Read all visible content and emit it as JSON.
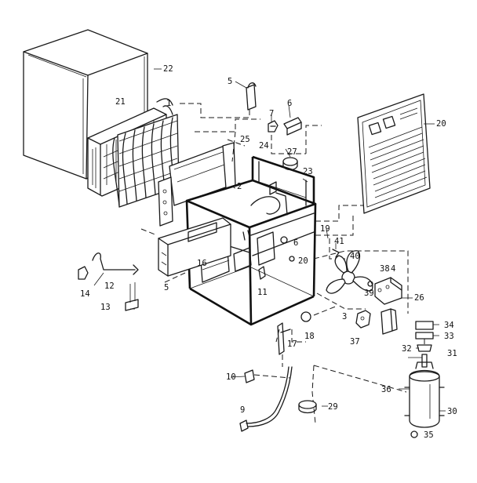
{
  "diagram": {
    "callouts": {
      "c1": "1",
      "c2": "2",
      "c3": "3",
      "c4": "4",
      "c5a": "5",
      "c5b": "5",
      "c6a": "6",
      "c6b": "6",
      "c7": "7",
      "c9": "9",
      "c10": "10",
      "c11": "11",
      "c12": "12",
      "c13": "13",
      "c14": "14",
      "c16": "16",
      "c17": "17",
      "c18": "18",
      "c19": "19",
      "c20a": "20",
      "c20b": "20",
      "c21": "21",
      "c22": "22",
      "c23": "23",
      "c24": "24",
      "c25": "25",
      "c26": "26",
      "c27": "27",
      "c29": "29",
      "c30": "30",
      "c31": "31",
      "c32": "32",
      "c33": "33",
      "c34": "34",
      "c35": "35",
      "c36": "36",
      "c37": "37",
      "c38": "38",
      "c39": "39",
      "c40": "40",
      "c41": "41"
    }
  }
}
